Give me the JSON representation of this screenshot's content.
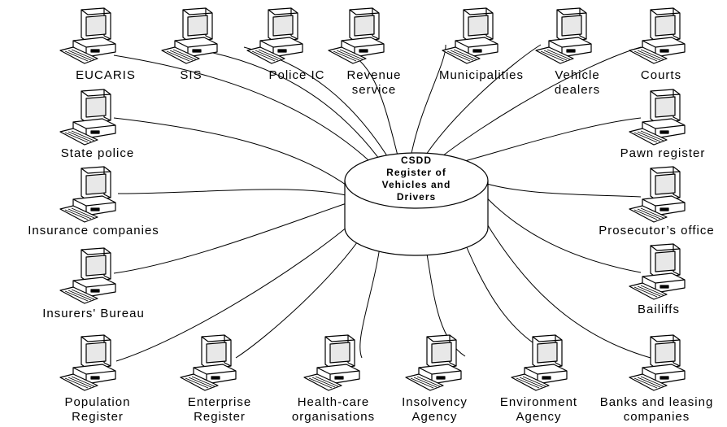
{
  "database": {
    "title_line1": "CSDD",
    "title_line2": "Register of",
    "title_line3": "Vehicles and",
    "title_line4": "Drivers"
  },
  "nodes": [
    {
      "id": "eucaris",
      "label": "EUCARIS"
    },
    {
      "id": "sis",
      "label": "SIS"
    },
    {
      "id": "police-ic",
      "label": "Police IC"
    },
    {
      "id": "revenue-service",
      "label": "Revenue\nservice"
    },
    {
      "id": "municipalities",
      "label": "Municipalities"
    },
    {
      "id": "vehicle-dealers",
      "label": "Vehicle\ndealers"
    },
    {
      "id": "courts",
      "label": "Courts"
    },
    {
      "id": "state-police",
      "label": "State police"
    },
    {
      "id": "pawn-register",
      "label": "Pawn register"
    },
    {
      "id": "insurance-companies",
      "label": "Insurance companies"
    },
    {
      "id": "prosecutors-office",
      "label": "Prosecutor’s office"
    },
    {
      "id": "insurers-bureau",
      "label": "Insurers' Bureau"
    },
    {
      "id": "bailiffs",
      "label": "Bailiffs"
    },
    {
      "id": "population-register",
      "label": "Population\nRegister"
    },
    {
      "id": "enterprise-register",
      "label": "Enterprise\nRegister"
    },
    {
      "id": "health-care-organisations",
      "label": "Health-care\norganisations"
    },
    {
      "id": "insolvency-agency",
      "label": "Insolvency\nAgency"
    },
    {
      "id": "environment-agency",
      "label": "Environment\nAgency"
    },
    {
      "id": "banks-and-leasing-companies",
      "label": "Banks and leasing\ncompanies"
    }
  ]
}
